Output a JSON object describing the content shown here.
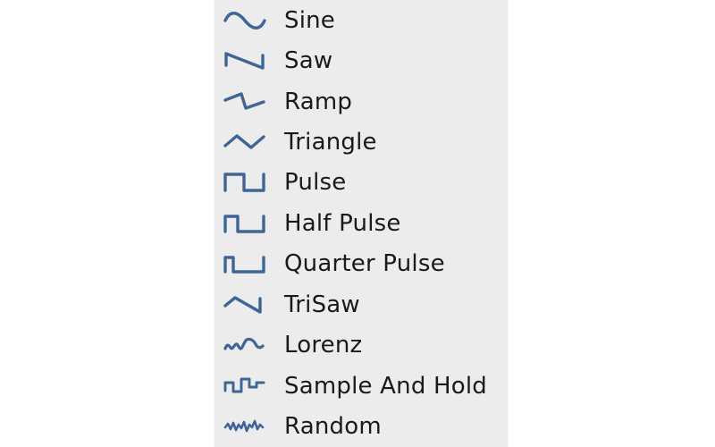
{
  "menu": {
    "kind": "waveform-selection-dropdown",
    "colors": {
      "page_background": "#ffffff",
      "panel_background": "#ececec",
      "icon_stroke": "#3e6596",
      "label_text": "#1a1a1a"
    },
    "items": [
      {
        "label": "Sine",
        "icon": "sine-wave-icon"
      },
      {
        "label": "Saw",
        "icon": "saw-wave-icon"
      },
      {
        "label": "Ramp",
        "icon": "ramp-wave-icon"
      },
      {
        "label": "Triangle",
        "icon": "triangle-wave-icon"
      },
      {
        "label": "Pulse",
        "icon": "pulse-wave-icon"
      },
      {
        "label": "Half Pulse",
        "icon": "half-pulse-wave-icon"
      },
      {
        "label": "Quarter Pulse",
        "icon": "quarter-pulse-wave-icon"
      },
      {
        "label": "TriSaw",
        "icon": "trisaw-wave-icon"
      },
      {
        "label": "Lorenz",
        "icon": "lorenz-wave-icon"
      },
      {
        "label": "Sample And Hold",
        "icon": "sample-and-hold-wave-icon"
      },
      {
        "label": "Random",
        "icon": "random-wave-icon"
      }
    ]
  }
}
